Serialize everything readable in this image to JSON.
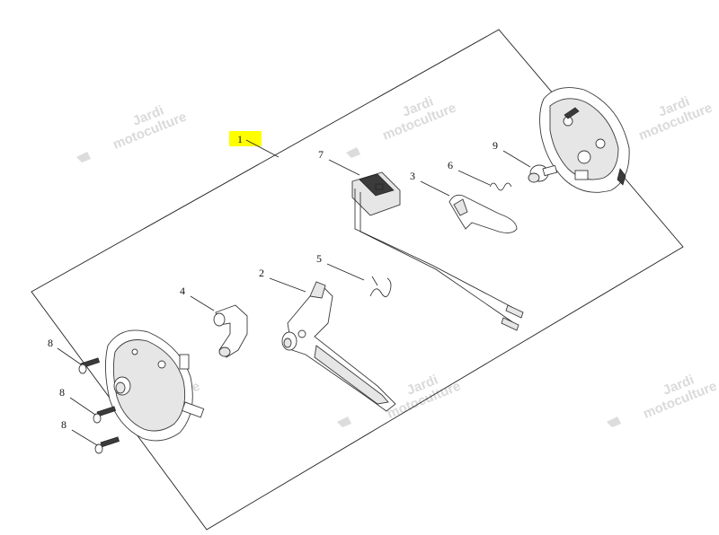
{
  "diagram": {
    "callouts": [
      {
        "id": "c1",
        "label": "1",
        "highlight_color": "#ffff00"
      },
      {
        "id": "c2",
        "label": "2"
      },
      {
        "id": "c3",
        "label": "3"
      },
      {
        "id": "c4",
        "label": "4"
      },
      {
        "id": "c5",
        "label": "5"
      },
      {
        "id": "c6",
        "label": "6"
      },
      {
        "id": "c7",
        "label": "7"
      },
      {
        "id": "c8a",
        "label": "8"
      },
      {
        "id": "c8b",
        "label": "8"
      },
      {
        "id": "c8c",
        "label": "8"
      },
      {
        "id": "c9",
        "label": "9"
      }
    ],
    "watermark": {
      "line1": "Jardi",
      "line2": "motoculture",
      "color": "#d6d6d6"
    }
  }
}
